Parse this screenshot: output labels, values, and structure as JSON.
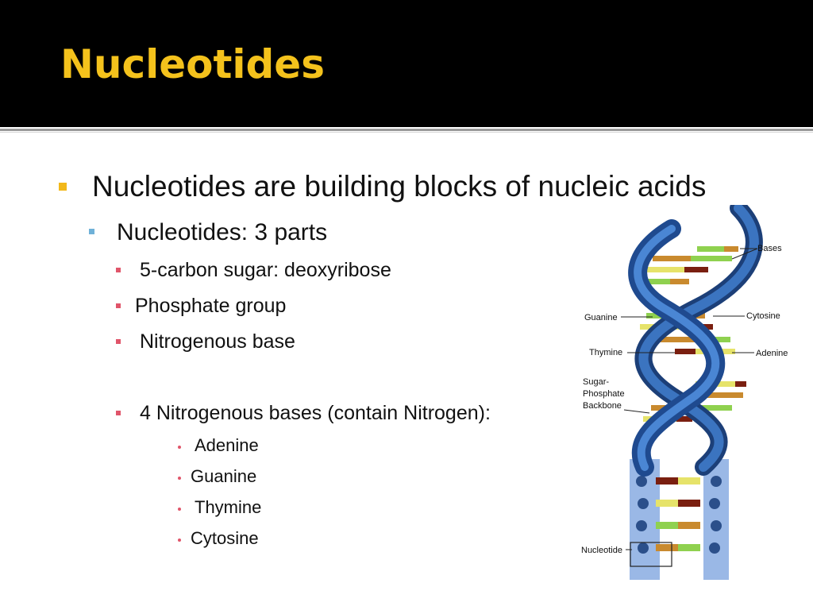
{
  "slide": {
    "title": "Nucleotides",
    "bullets": {
      "b1": "Nucleotides are building blocks of nucleic acids",
      "b2": "Nucleotides: 3 parts",
      "b3": "5-carbon sugar: deoxyribose",
      "b4": "Phosphate group",
      "b5": "Nitrogenous base",
      "b6": "4 Nitrogenous bases (contain Nitrogen):",
      "b7": "Adenine",
      "b8": "Guanine",
      "b9": "Thymine",
      "b10": "Cytosine"
    }
  },
  "diagram": {
    "labels": {
      "bases": "Bases",
      "guanine": "Guanine",
      "cytosine": "Cytosine",
      "thymine": "Thymine",
      "adenine": "Adenine",
      "sugar_1": "Sugar-",
      "sugar_2": "Phosphate",
      "sugar_3": "Backbone",
      "nucleotide": "Nucleotide"
    },
    "colors": {
      "backbone": "#2a5ea8",
      "backbone_dark": "#1c3f78",
      "adenine": "#8fd14f",
      "thymine": "#e6e36a",
      "guanine": "#c98a2e",
      "cytosine": "#7a1f10",
      "lower_region": "#9ab8e6"
    }
  }
}
